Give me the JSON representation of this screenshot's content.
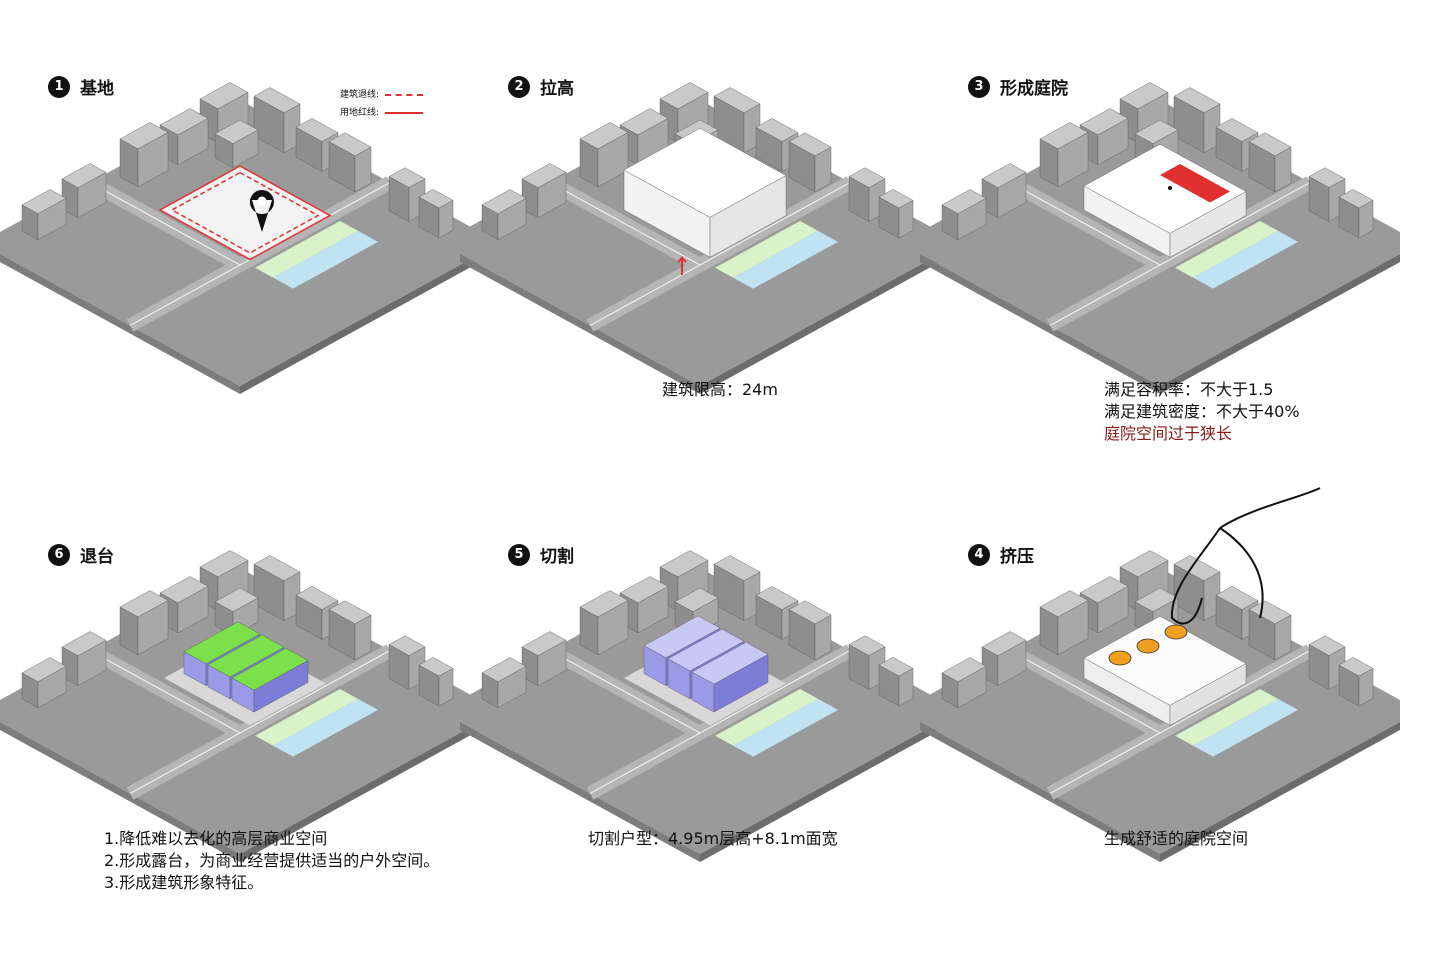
{
  "steps": [
    {
      "num": "1",
      "title": "基地",
      "legend": {
        "setback": "建筑退线:",
        "redline": "用地红线:"
      },
      "caption": []
    },
    {
      "num": "2",
      "title": "拉高",
      "height_label": "24m",
      "caption": [
        "建筑限高：24m"
      ]
    },
    {
      "num": "3",
      "title": "形成庭院",
      "caption": [
        "满足容积率：不大于1.5",
        "满足建筑密度：不大于40%"
      ],
      "warning": "庭院空间过于狭长"
    },
    {
      "num": "6",
      "title": "退台",
      "caption": [
        "1.降低难以去化的高层商业空间",
        "2.形成露台，为商业经营提供适当的户外空间。",
        "3.形成建筑形象特征。"
      ]
    },
    {
      "num": "5",
      "title": "切割",
      "caption": [
        "切割户型：4.95m层高+8.1m面宽"
      ]
    },
    {
      "num": "4",
      "title": "挤压",
      "caption": [
        "生成舒适的庭院空间"
      ]
    }
  ],
  "colors": {
    "ground": "#9a9a9a",
    "ground_dark": "#7d7d7d",
    "road": "#b5b5b5",
    "block": "#c9c9c9",
    "block_side": "#8e8e8e",
    "green": "#d9f2c8",
    "blue": "#bfe3f3",
    "red": "#e03030",
    "purple": "#9a9ae6",
    "lime": "#7be04a",
    "orange": "#f0a020"
  },
  "icons": [
    "map-pin-icon",
    "hand-icon",
    "person-icon"
  ]
}
